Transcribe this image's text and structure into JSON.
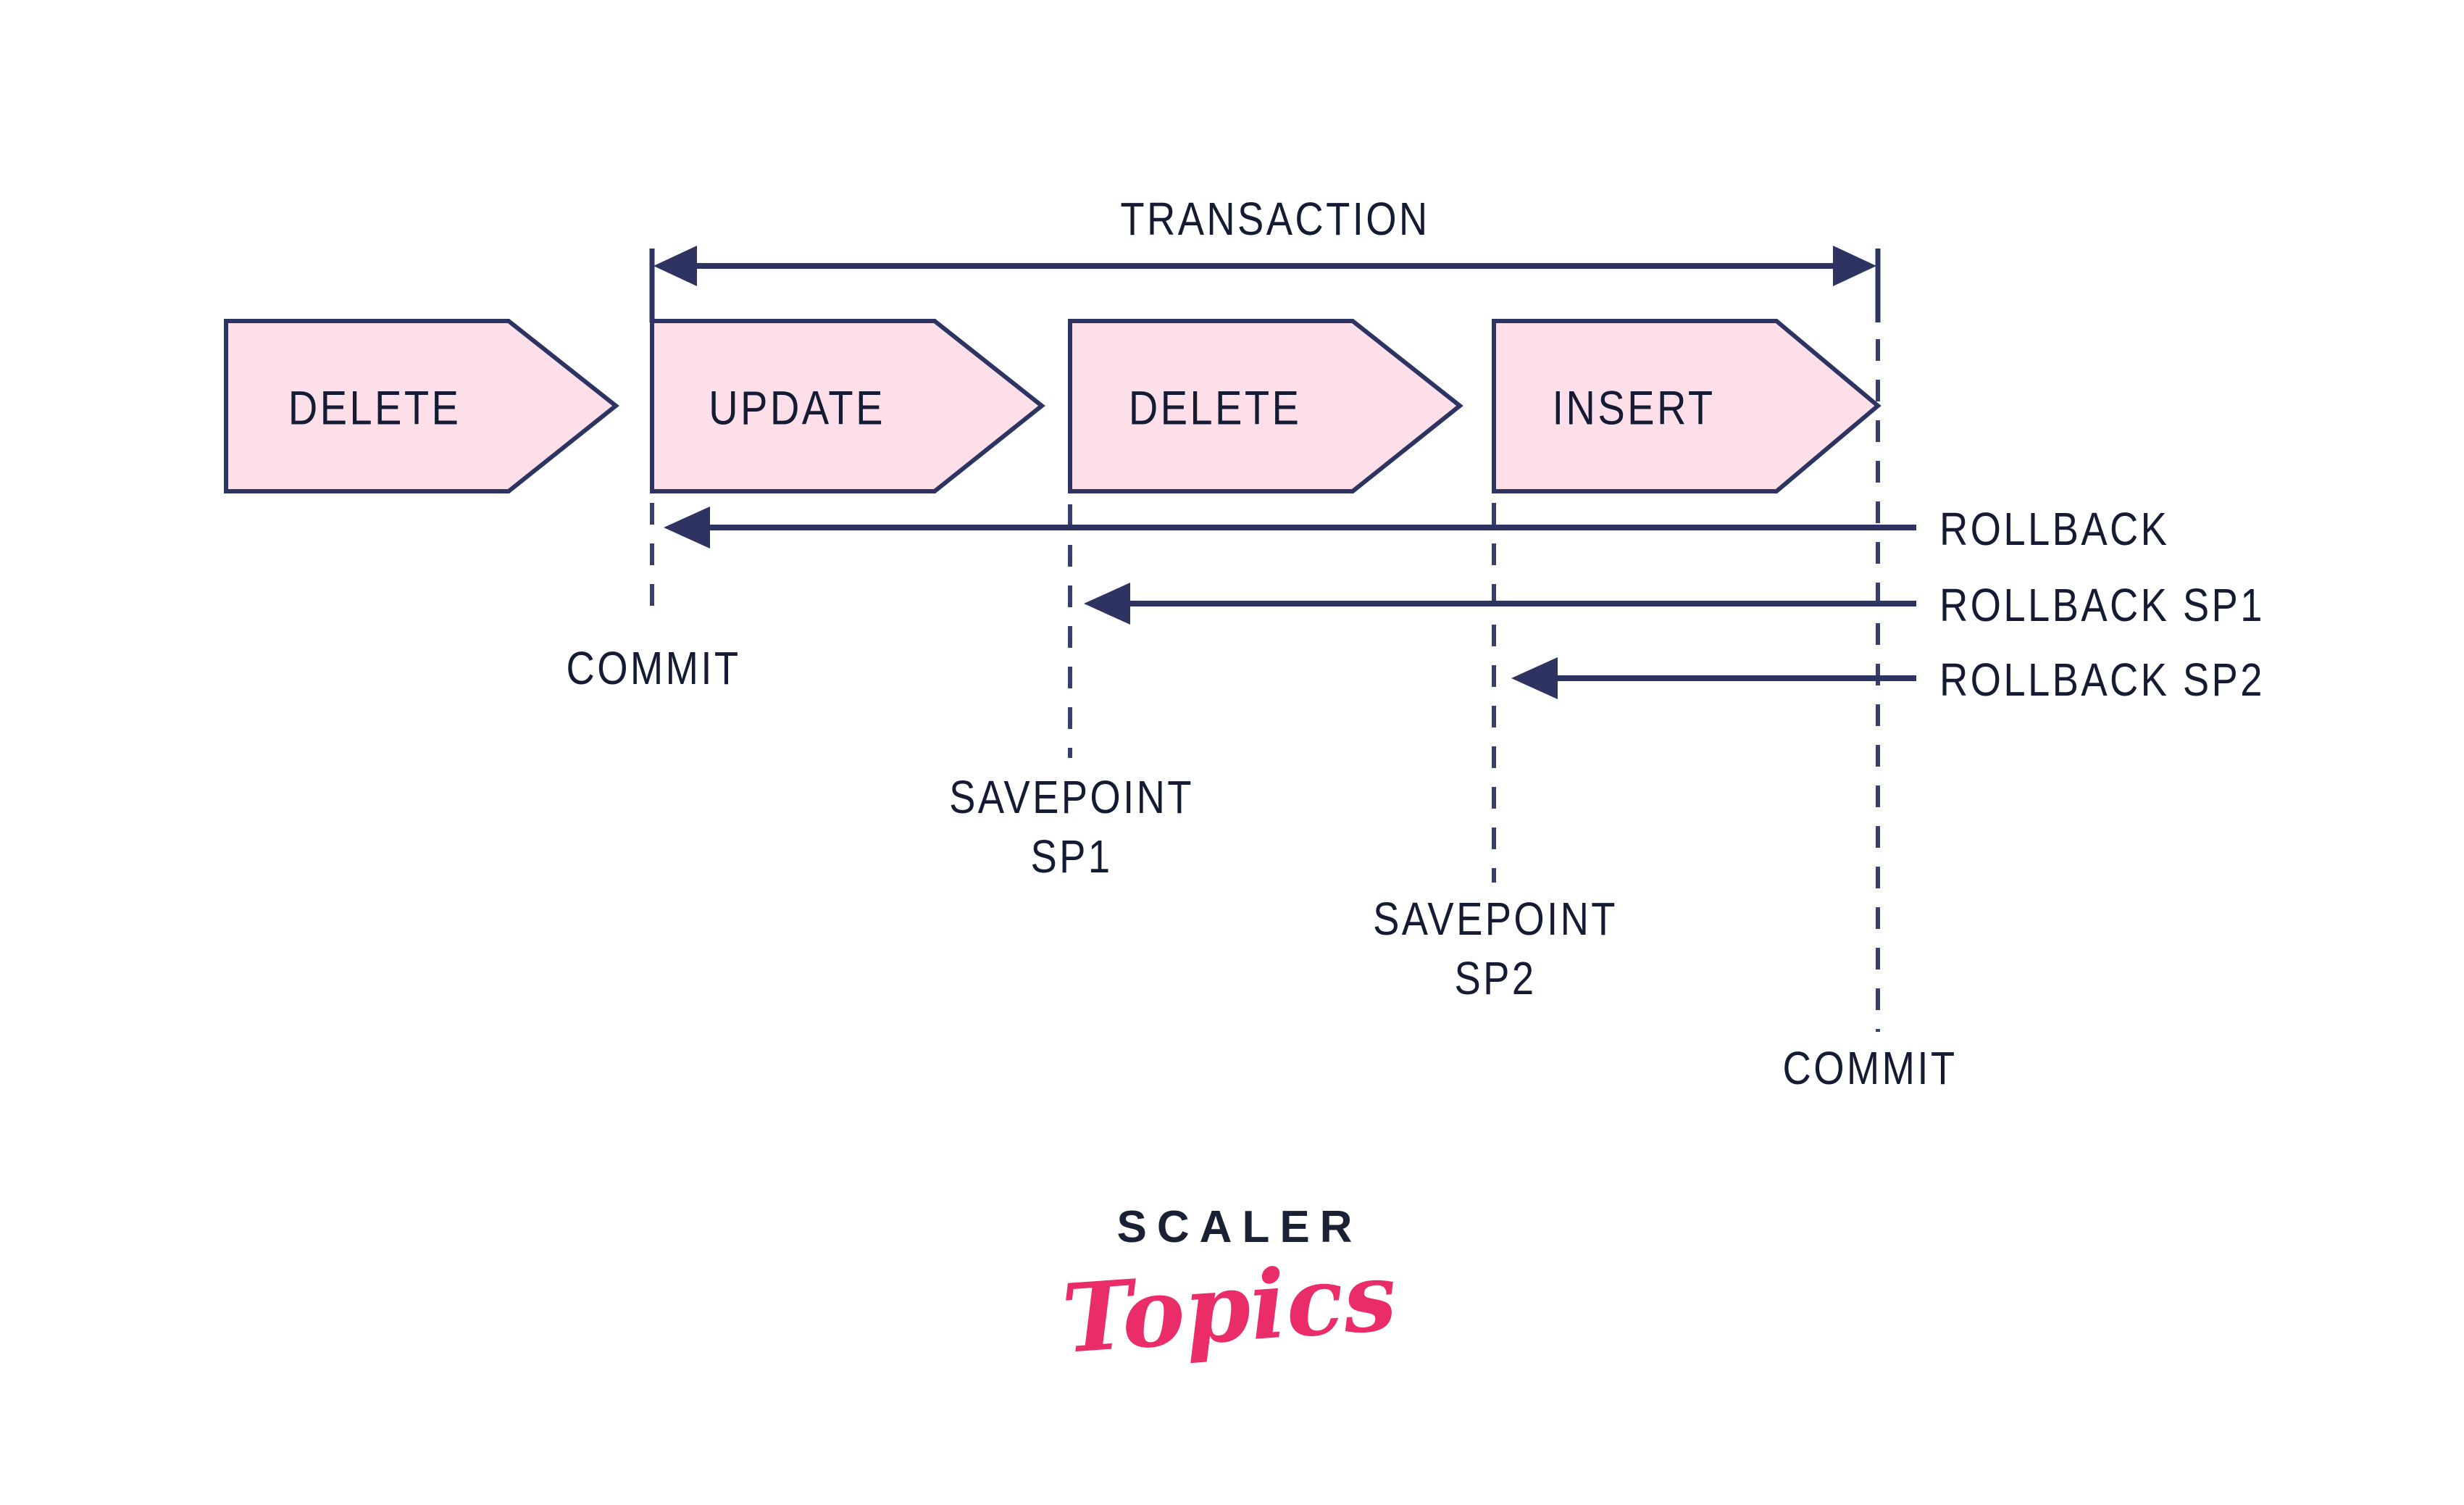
{
  "diagram": {
    "title": "TRANSACTION",
    "steps": [
      {
        "label": "DELETE"
      },
      {
        "label": "UPDATE"
      },
      {
        "label": "DELETE"
      },
      {
        "label": "INSERT"
      }
    ],
    "events": {
      "commit_start": "COMMIT",
      "savepoint1_line1": "SAVEPOINT",
      "savepoint1_line2": "SP1",
      "savepoint2_line1": "SAVEPOINT",
      "savepoint2_line2": "SP2",
      "commit_end": "COMMIT"
    },
    "rollbacks": [
      {
        "label": "ROLLBACK"
      },
      {
        "label": "ROLLBACK SP1"
      },
      {
        "label": "ROLLBACK SP2"
      }
    ],
    "colors": {
      "shape_fill": "#fcdfe9",
      "shape_border": "#2e3462",
      "line": "#2e3462",
      "dashed_line": "#383e6e",
      "text": "#151b33",
      "logo_navy": "#1b2134",
      "logo_pink": "#ea2d68"
    }
  },
  "logo": {
    "brand": "SCALER",
    "word": "Topics"
  }
}
